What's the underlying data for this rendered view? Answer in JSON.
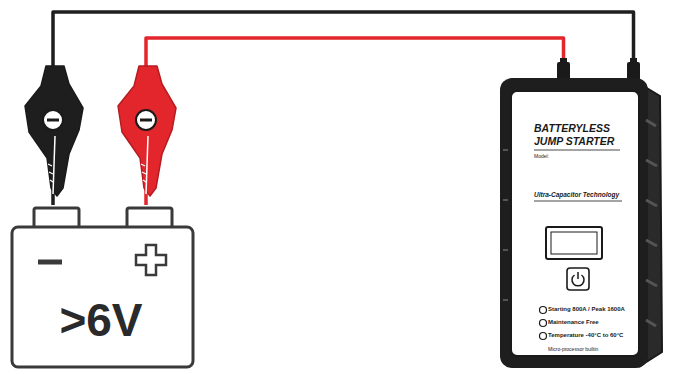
{
  "diagram": {
    "nodes": [
      {
        "text": [
          ">6V"
        ]
      },
      {
        "text": [
          "BATTERYLESS JUMP STARTER",
          "Model:",
          "Ultra-Capacitor Technology",
          "Starting 800A / Peak 1600A",
          "Maintenance Free",
          "Temperature -40°C to 60°C",
          "Micro-processor builtin"
        ]
      }
    ],
    "edges": [
      {
        "from": 1,
        "to": 0,
        "arrow": "none"
      },
      {
        "from": 1,
        "to": 0,
        "arrow": "none"
      }
    ]
  }
}
